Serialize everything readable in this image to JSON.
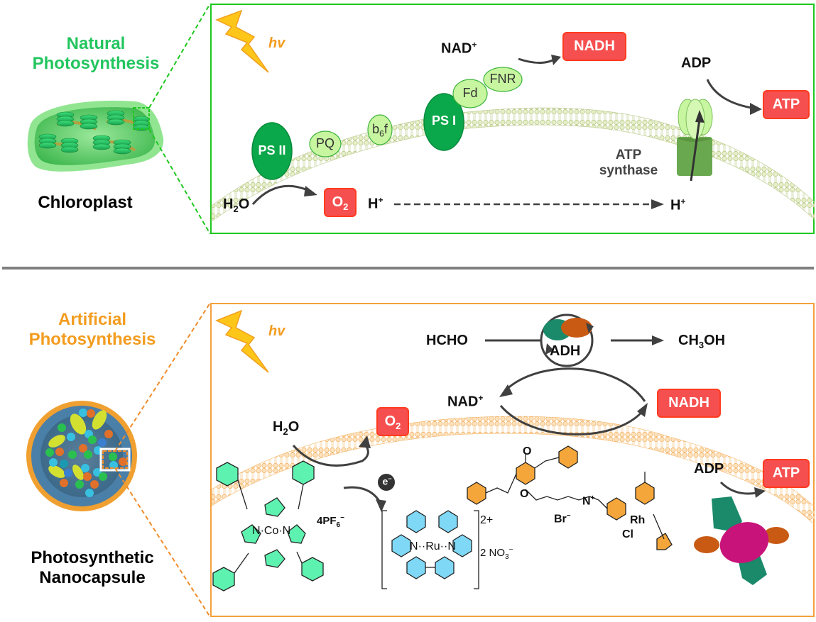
{
  "natural": {
    "title_line1": "Natural",
    "title_line2": "Photosynthesis",
    "organelle_label": "Chloroplast",
    "light_label": "hv",
    "components": {
      "ps2": "PS II",
      "pq": "PQ",
      "b6f_b": "b",
      "b6f_sub": "6",
      "b6f_f": "f",
      "ps1": "PS I",
      "fd": "Fd",
      "fnr": "FNR",
      "atp_synthase_line1": "ATP",
      "atp_synthase_line2": "synthase"
    },
    "species": {
      "nad_plus": "NAD",
      "nad_plus_sup": "+",
      "nadh": "NADH",
      "adp": "ADP",
      "atp": "ATP",
      "h2o_h": "H",
      "h2o_sub": "2",
      "h2o_o": "O",
      "o2_o": "O",
      "o2_sub": "2",
      "h_plus_left": "H",
      "h_plus_left_sup": "+",
      "h_plus_right": "H",
      "h_plus_right_sup": "+"
    },
    "colors": {
      "accent": "#22c55e",
      "frame": "#1ec81e"
    }
  },
  "artificial": {
    "title_line1": "Artificial",
    "title_line2": "Photosynthesis",
    "capsule_line1": "Photosynthetic",
    "capsule_line2": "Nanocapsule",
    "light_label": "hv",
    "species": {
      "hcho": "HCHO",
      "ch3oh_pre": "CH",
      "ch3oh_sub": "3",
      "ch3oh_post": "OH",
      "adh": "ADH",
      "nad_plus": "NAD",
      "nad_plus_sup": "+",
      "nadh": "NADH",
      "h2o_h": "H",
      "h2o_sub": "2",
      "h2o_o": "O",
      "o2_o": "O",
      "o2_sub": "2",
      "electron": "e",
      "electron_sup": "−",
      "adp": "ADP",
      "atp": "ATP"
    },
    "molecules": {
      "co_center": "Co",
      "ru_center": "Ru",
      "rh_center": "Rh",
      "n": "N",
      "pf6_pre": "4PF",
      "pf6_sub": "6",
      "pf6_sup": "−",
      "ru_charge": "2+",
      "no3_pre": "2 NO",
      "no3_sub": "3",
      "no3_sup": "−",
      "br": "Br",
      "br_sup": "−",
      "cl": "Cl",
      "o": "O",
      "plus": "+"
    },
    "colors": {
      "accent": "#f39c1f",
      "frame": "#f5a03c"
    }
  },
  "colors": {
    "red_box": "#f64f4f",
    "arrow": "#404040",
    "divider": "#808080"
  }
}
